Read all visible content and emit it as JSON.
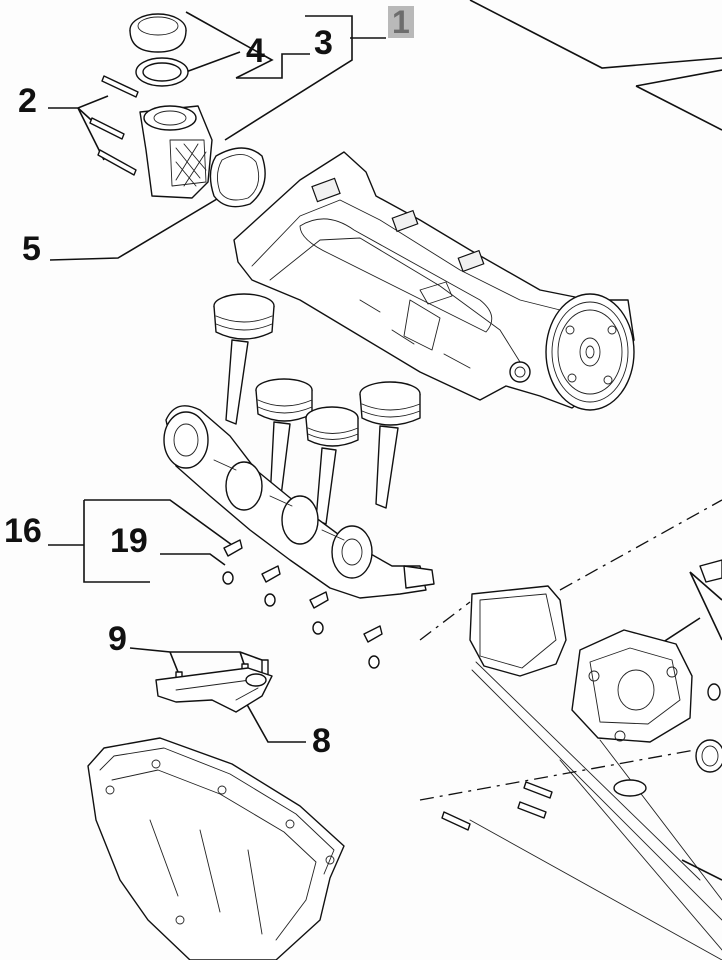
{
  "callouts": [
    {
      "id": "1",
      "label": "1",
      "boxed": true
    },
    {
      "id": "2",
      "label": "2"
    },
    {
      "id": "3",
      "label": "3"
    },
    {
      "id": "4",
      "label": "4"
    },
    {
      "id": "5",
      "label": "5"
    },
    {
      "id": "8",
      "label": "8"
    },
    {
      "id": "9",
      "label": "9"
    },
    {
      "id": "16",
      "label": "16"
    },
    {
      "id": "19",
      "label": "19"
    }
  ]
}
